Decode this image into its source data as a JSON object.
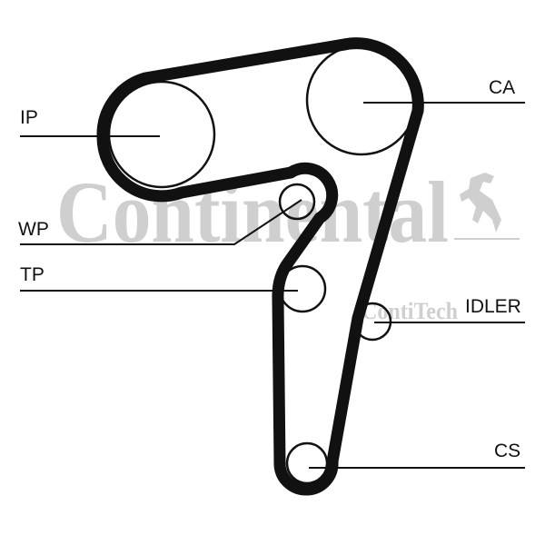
{
  "watermark": {
    "brand": "Continental",
    "sub_brand": "ContiTech",
    "color": "#cfcfcf"
  },
  "labels": {
    "ip": "IP",
    "ca": "CA",
    "wp": "WP",
    "tp": "TP",
    "idler": "IDLER",
    "cs": "CS"
  },
  "colors": {
    "belt": "#111111",
    "lines": "#111111"
  }
}
